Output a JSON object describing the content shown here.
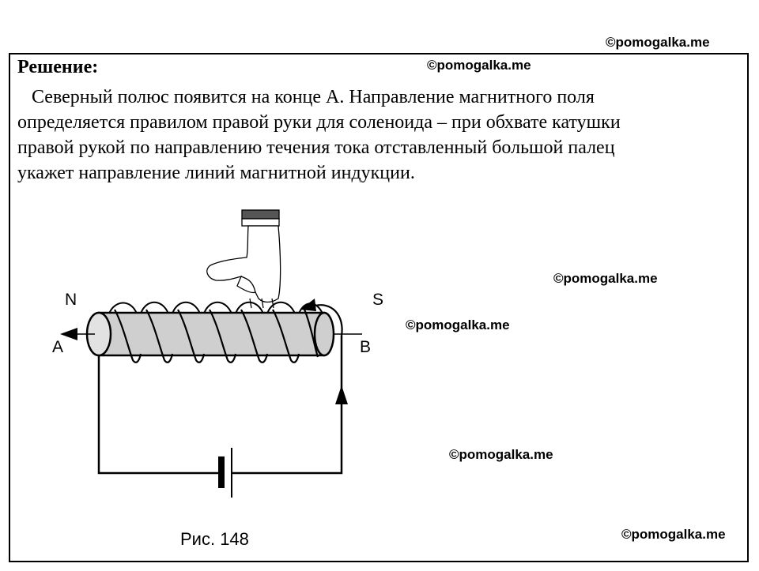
{
  "watermark": "©pomogalka.me",
  "heading": "Решение:",
  "paragraph_lines": [
    "Северный полюс появится на конце А. Направление магнитного поля",
    "определяется правилом правой руки для соленоида – при обхвате катушки",
    "правой рукой по направлению течения тока отставленный большой палец",
    "укажет направление линий магнитной индукции."
  ],
  "figure": {
    "label_n": "N",
    "label_s": "S",
    "label_a": "A",
    "label_b": "B",
    "caption": "Рис. 148"
  }
}
